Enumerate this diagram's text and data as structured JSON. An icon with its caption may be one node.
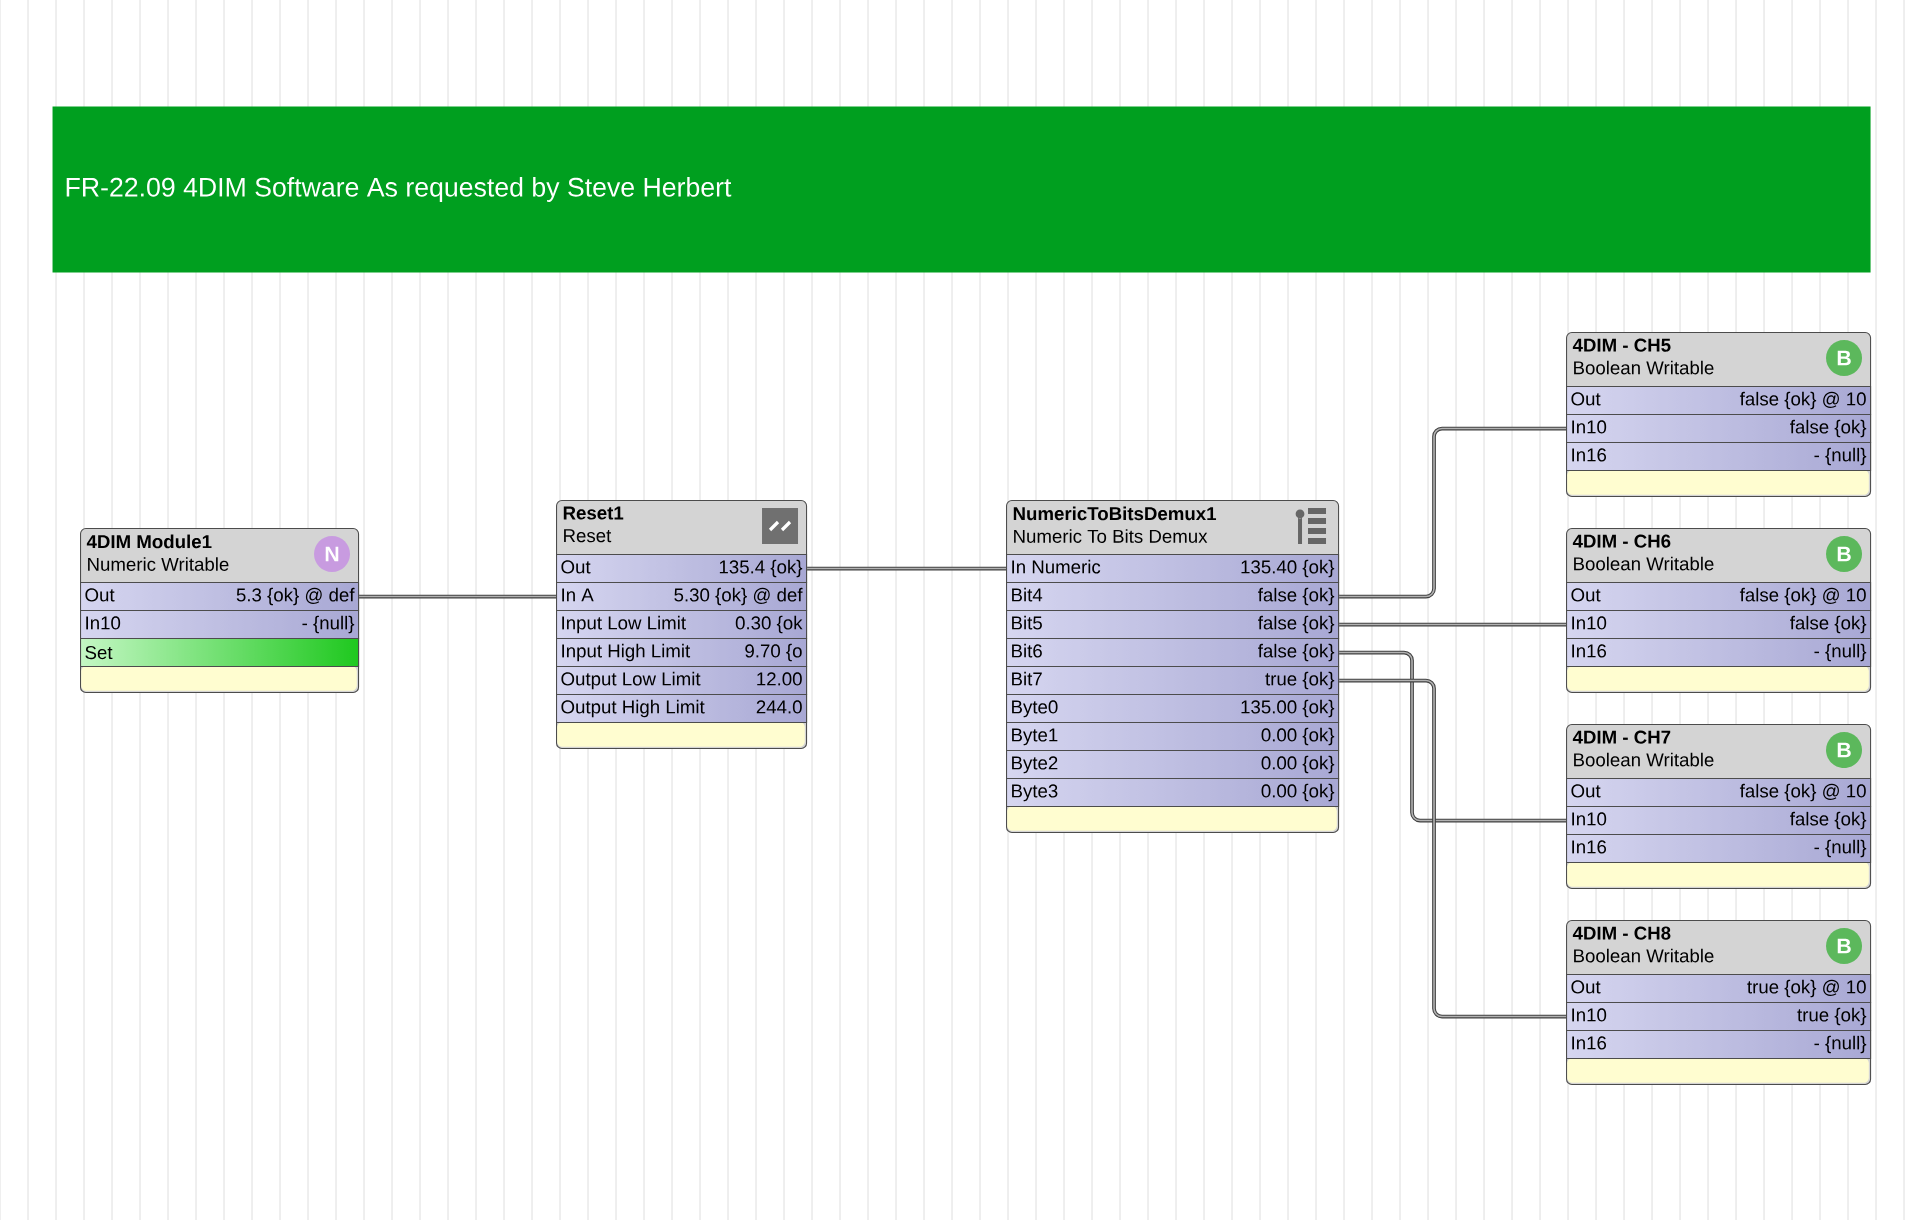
{
  "diagram": {
    "nodes": [
      {
        "text": [
          "FR-22.09 4DIM Software As requested by Steve Herbert"
        ]
      },
      {
        "text": [
          "4DIM Module1",
          "Numeric Writable",
          "N"
        ]
      },
      {
        "text": [
          "Out",
          "5.3 {ok} @ def"
        ],
        "in": 1
      },
      {
        "text": [
          "In10",
          "- {null}"
        ],
        "in": 1
      },
      {
        "text": [
          "Set"
        ],
        "in": 1
      },
      {
        "text": [
          "Reset1",
          "Reset"
        ]
      },
      {
        "text": [
          "Out",
          "135.4 {ok}"
        ],
        "in": 5
      },
      {
        "text": [
          "In A",
          "5.30 {ok} @ def"
        ],
        "in": 5
      },
      {
        "text": [
          "Input Low Limit",
          "0.30 {ok"
        ],
        "in": 5
      },
      {
        "text": [
          "Input High Limit",
          "9.70 {o"
        ],
        "in": 5
      },
      {
        "text": [
          "Output Low Limit",
          "12.00"
        ],
        "in": 5
      },
      {
        "text": [
          "Output High Limit",
          "244.0"
        ],
        "in": 5
      },
      {
        "text": [
          "NumericToBitsDemux1",
          "Numeric To Bits Demux"
        ]
      },
      {
        "text": [
          "In Numeric",
          "135.40 {ok}"
        ],
        "in": 12
      },
      {
        "text": [
          "Bit4",
          "false {ok}"
        ],
        "in": 12
      },
      {
        "text": [
          "Bit5",
          "false {ok}"
        ],
        "in": 12
      },
      {
        "text": [
          "Bit6",
          "false {ok}"
        ],
        "in": 12
      },
      {
        "text": [
          "Bit7",
          "true {ok}"
        ],
        "in": 12
      },
      {
        "text": [
          "Byte0",
          "135.00 {ok}"
        ],
        "in": 12
      },
      {
        "text": [
          "Byte1",
          "0.00 {ok}"
        ],
        "in": 12
      },
      {
        "text": [
          "Byte2",
          "0.00 {ok}"
        ],
        "in": 12
      },
      {
        "text": [
          "Byte3",
          "0.00 {ok}"
        ],
        "in": 12
      },
      {
        "text": [
          "4DIM - CH5",
          "Boolean Writable",
          "B"
        ]
      },
      {
        "text": [
          "Out",
          "false {ok} @ 10"
        ],
        "in": 22
      },
      {
        "text": [
          "In10",
          "false {ok}"
        ],
        "in": 22
      },
      {
        "text": [
          "In16",
          "- {null}"
        ],
        "in": 22
      },
      {
        "text": [
          "4DIM - CH6",
          "Boolean Writable",
          "B"
        ]
      },
      {
        "text": [
          "Out",
          "false {ok} @ 10"
        ],
        "in": 26
      },
      {
        "text": [
          "In10",
          "false {ok}"
        ],
        "in": 26
      },
      {
        "text": [
          "In16",
          "- {null}"
        ],
        "in": 26
      },
      {
        "text": [
          "4DIM - CH7",
          "Boolean Writable",
          "B"
        ]
      },
      {
        "text": [
          "Out",
          "false {ok} @ 10"
        ],
        "in": 30
      },
      {
        "text": [
          "In10",
          "false {ok}"
        ],
        "in": 30
      },
      {
        "text": [
          "In16",
          "- {null}"
        ],
        "in": 30
      },
      {
        "text": [
          "4DIM - CH8",
          "Boolean Writable",
          "B"
        ]
      },
      {
        "text": [
          "Out",
          "true {ok} @ 10"
        ],
        "in": 34
      },
      {
        "text": [
          "In10",
          "true {ok}"
        ],
        "in": 34
      },
      {
        "text": [
          "In16",
          "- {null}"
        ],
        "in": 34
      }
    ],
    "edges": [
      {
        "from": 2,
        "to": 7,
        "arrow": "none"
      },
      {
        "from": 6,
        "to": 13,
        "arrow": "none"
      },
      {
        "from": 14,
        "to": 24,
        "arrow": "none"
      },
      {
        "from": 15,
        "to": 28,
        "arrow": "none"
      },
      {
        "from": 16,
        "to": 32,
        "arrow": "none"
      },
      {
        "from": 17,
        "to": 36,
        "arrow": "none"
      }
    ]
  }
}
